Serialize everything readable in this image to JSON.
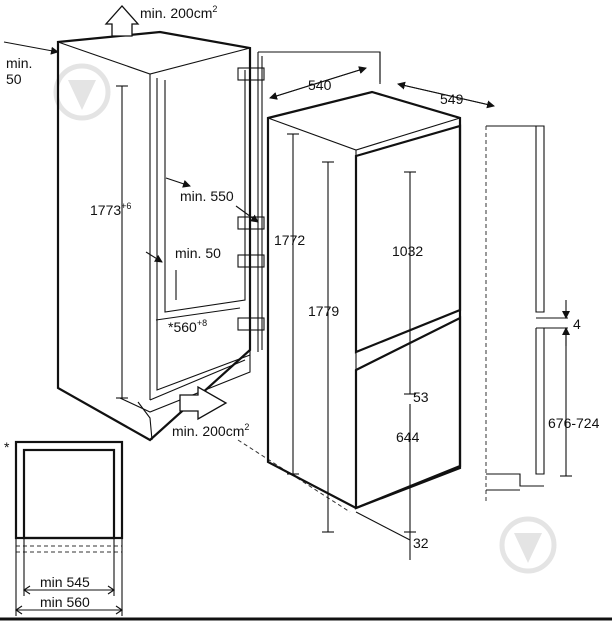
{
  "labels": {
    "vent_top": "min. 200cm",
    "vent_top_sup": "2",
    "side_gap": "min.",
    "side_gap_value": "50",
    "niche_height": "1773",
    "niche_height_sup": "+6",
    "min_550": "min. 550",
    "min_50": "min. 50",
    "niche_width": "*560",
    "niche_width_sup": "+8",
    "vent_bottom": "min. 200cm",
    "vent_bottom_sup": "2",
    "depth_540": "540",
    "depth_549": "549",
    "height_1772": "1772",
    "height_1779": "1779",
    "door_1032": "1032",
    "gap_53": "53",
    "door_644": "644",
    "base_32": "32",
    "gap_4": "4",
    "range_676_724": "676-724",
    "asterisk": "*",
    "min_545": "min 545",
    "min_560": "min 560"
  },
  "colors": {
    "line": "#111111",
    "watermark": "#c8c8c8",
    "background": "#ffffff"
  },
  "icons": [
    "arrow-up-icon",
    "arrow-right-icon",
    "watermark-logo-icon"
  ]
}
